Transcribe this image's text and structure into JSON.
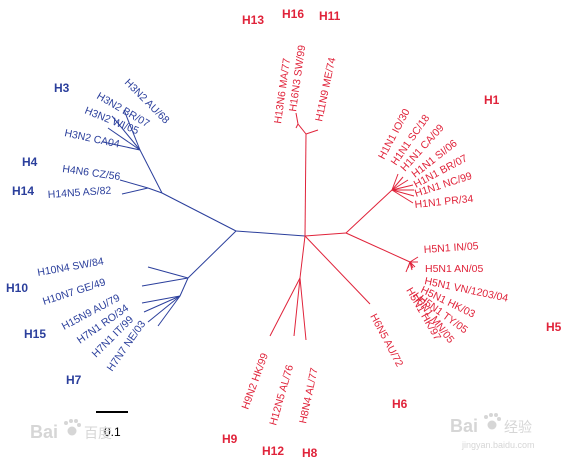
{
  "subtypes": {
    "h1": "H1",
    "h3": "H3",
    "h4": "H4",
    "h5": "H5",
    "h6": "H6",
    "h7": "H7",
    "h8": "H8",
    "h9": "H9",
    "h10": "H10",
    "h11": "H11",
    "h12": "H12",
    "h13": "H13",
    "h14": "H14",
    "h15": "H15",
    "h16": "H16"
  },
  "strains": {
    "h13n6_ma77": "H13N6 MA/77",
    "h16n3_sw99": "H16N3 SW/99",
    "h11n9_me74": "H11N9 ME/74",
    "h3n2_au68": "H3N2 AU/68",
    "h3n2_br07": "H3N2 BR/07",
    "h3n2_wi05": "H3N2 WI/05",
    "h3n2_ca04": "H3N2 CA04",
    "h4n6_cz56": "H4N6 CZ/56",
    "h14n5_as82": "H14N5 AS/82",
    "h10n4_sw84": "H10N4 SW/84",
    "h10n7_ge49": "H10N7 GE/49",
    "h15n9_au79": "H15N9 AU/79",
    "h7n1_ro34": "H7N1 RO/34",
    "h7n1_it99": "H7N1 IT/99",
    "h7n7_ne03": "H7N7 NE/03",
    "h1n1_io30": "H1N1 IO/30",
    "h1n1_sc18": "H1N1 SC/18",
    "h1n1_ca09": "H1N1 CA/09",
    "h1n1_si06": "H1N1 SI/06",
    "h1n1_br07": "H1N1 BR/07",
    "h1n1_nc99": "H1N1 NC/99",
    "h1n1_pr34": "H1N1 PR/34",
    "h5n1_in05": "H5N1 IN/05",
    "h5n1_an05": "H5N1 AN/05",
    "h5n1_vn1203": "H5N1 VN/1203/04",
    "h5n1_hk03": "H5N1 HK/03",
    "h5n1_ty05": "H5N1 TY/05",
    "h5n1_mn05": "H5N1 MN/05",
    "h5n1_hk97": "H5N1 HK/97",
    "h6n5_au72": "H6N5 AU/72",
    "h9n2_hk99": "H9N2 HK/99",
    "h12n5_al76": "H12N5 AL/76",
    "h8n4_al77": "H8N4 AL/77"
  },
  "scale_bar": "0.1",
  "watermark": {
    "logo_text": "Bai",
    "logo_suffix": "百度",
    "experience": "经验",
    "url": "jingyan.baidu.com"
  },
  "colors": {
    "group1_blue": "#2b3f9c",
    "group2_red": "#e0233a"
  }
}
